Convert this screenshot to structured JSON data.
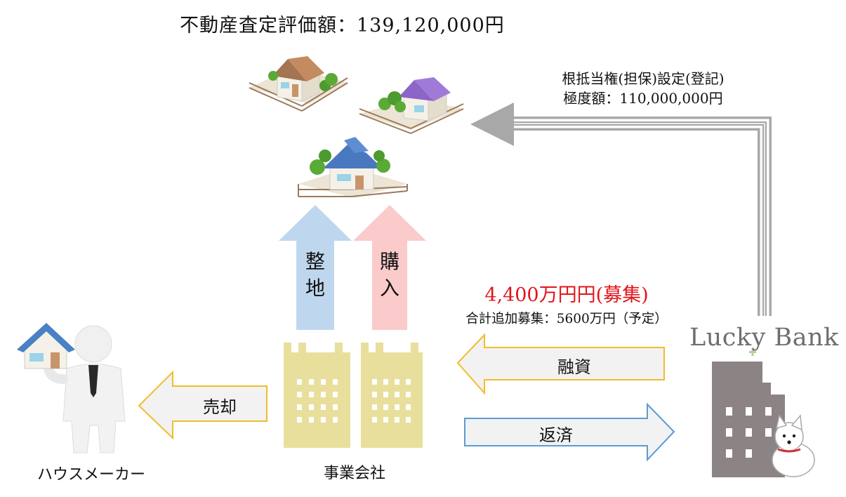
{
  "title": "不動産査定評価額：139,120,000円",
  "mortgage": {
    "line1": "根抵当権(担保)設定(登記)",
    "line2": "極度額：110,000,000円"
  },
  "recruit": {
    "amount": "4,400万円円(募集)",
    "note": "合計追加募集：5600万円（予定）",
    "color": "#e3141b"
  },
  "up_arrows": {
    "grading_label": "整地",
    "purchase_label": "購入",
    "grading_color": "#bfd7ee",
    "purchase_color": "#fbcaca"
  },
  "flows": {
    "sale_label": "売却",
    "loan_label": "融資",
    "repay_label": "返済"
  },
  "actors": {
    "house_maker": "ハウスメーカー",
    "company": "事業会社",
    "bank_name": "Lucky Bank"
  },
  "colors": {
    "yellow_outline": "#f0bd2c",
    "blue_outline": "#5b9bd5",
    "arrow_fill": "#f2f2f2",
    "building_bank": "#8c8484",
    "building_company": "#e9df9c"
  },
  "icons": [
    "house-brown-icon",
    "house-purple-icon",
    "house-blue-icon",
    "businessman-icon",
    "bank-building-icon",
    "dog-icon",
    "cross-icon"
  ]
}
